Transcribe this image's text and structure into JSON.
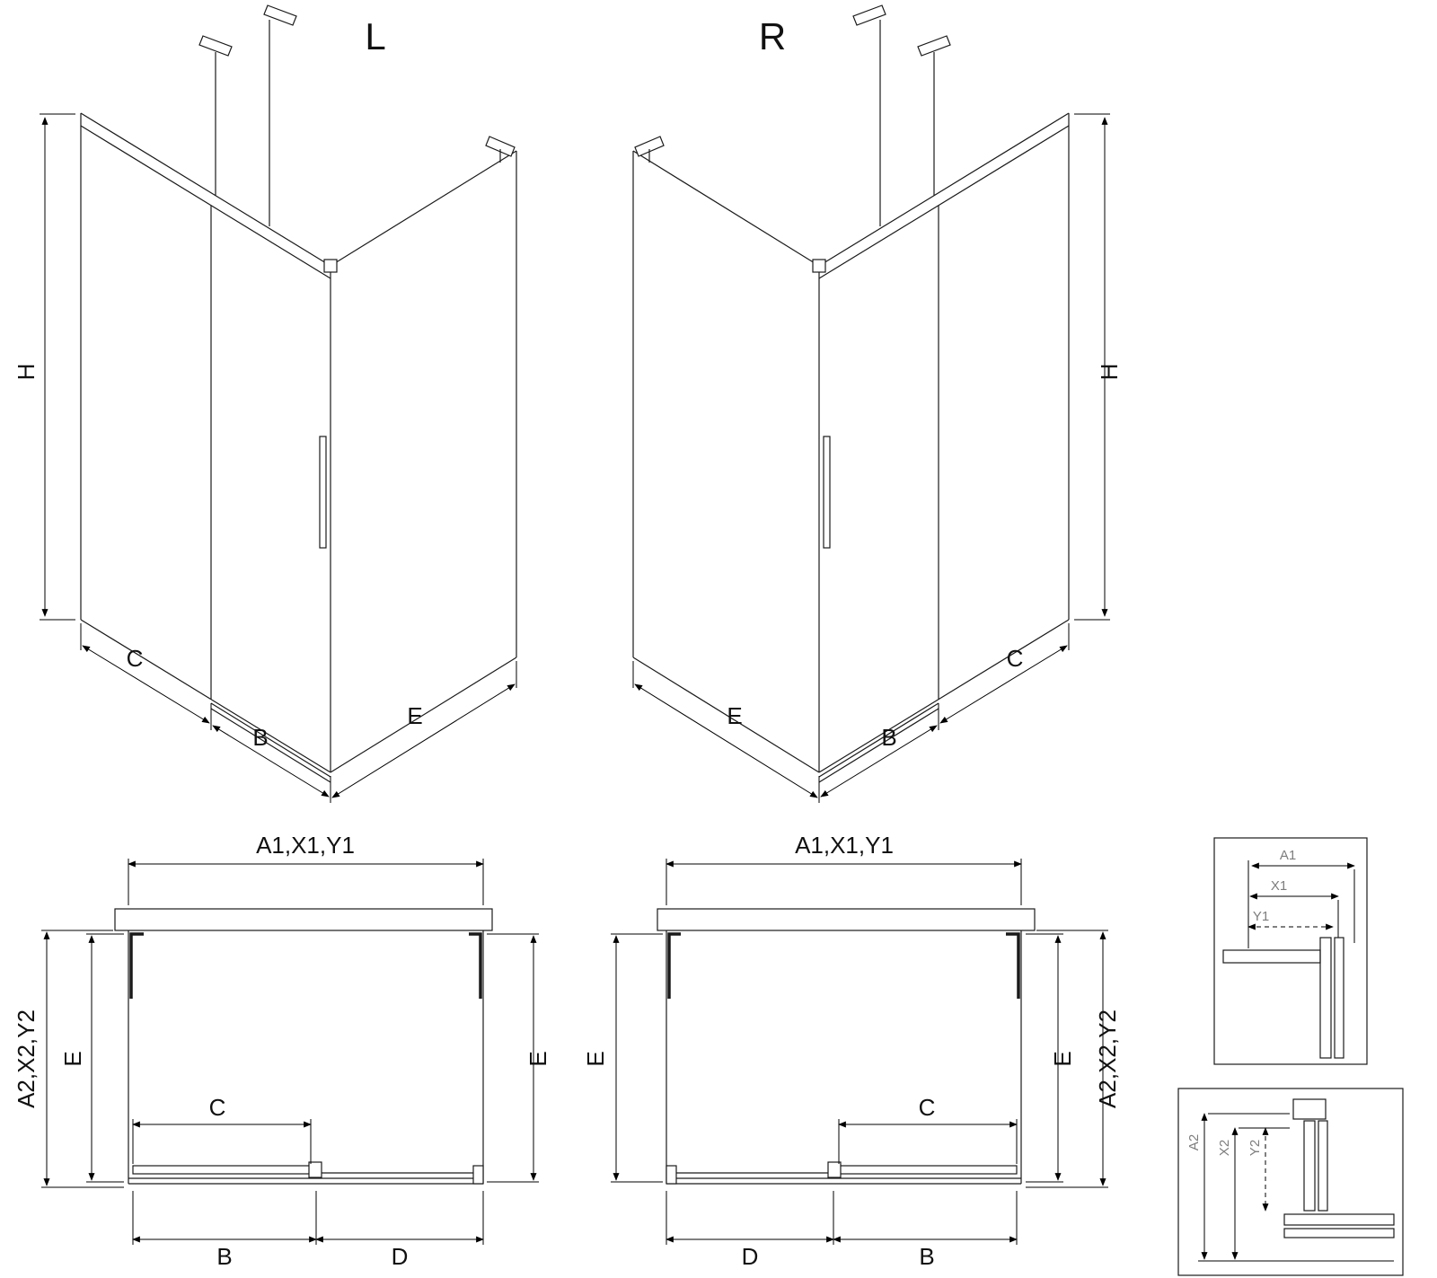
{
  "iso_views": {
    "left": {
      "title": "L",
      "dim_h": "H",
      "dim_c": "C",
      "dim_b": "B",
      "dim_e": "E"
    },
    "right": {
      "title": "R",
      "dim_h": "H",
      "dim_c": "C",
      "dim_b": "B",
      "dim_e": "E"
    }
  },
  "plan_views": {
    "left": {
      "dim_top": "A1,X1,Y1",
      "dim_side": "A2,X2,Y2",
      "dim_e_inner": "E",
      "dim_e_outer": "E",
      "dim_c": "C",
      "dim_b": "B",
      "dim_d": "D"
    },
    "right": {
      "dim_top": "A1,X1,Y1",
      "dim_side": "A2,X2,Y2",
      "dim_e_inner": "E",
      "dim_e_outer": "E",
      "dim_c": "C",
      "dim_b": "B",
      "dim_d": "D"
    }
  },
  "details": {
    "top": {
      "dim_a1": "A1",
      "dim_x1": "X1",
      "dim_y1": "Y1"
    },
    "bottom": {
      "dim_a2": "A2",
      "dim_x2": "X2",
      "dim_y2": "Y2"
    }
  },
  "colors": {
    "line": "#1a1a1a",
    "dimension": "#000000",
    "detail_label": "#7d7d7d",
    "background": "#ffffff"
  }
}
